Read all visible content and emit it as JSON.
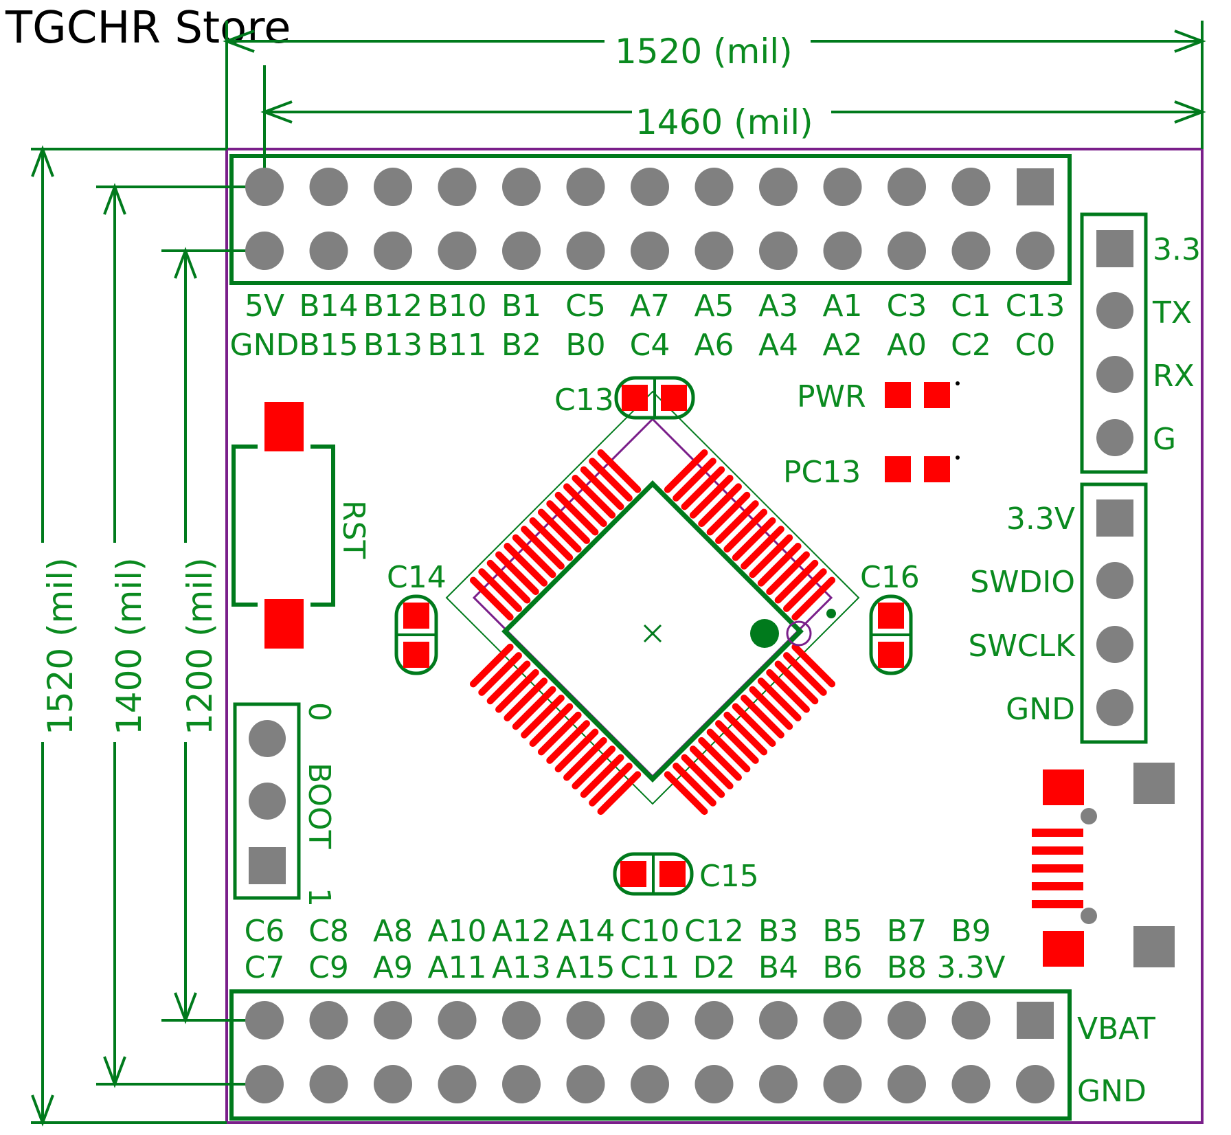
{
  "store_name": "TGCHR Store",
  "dimensions": {
    "top_outer": "1520 (mil)",
    "top_inner": "1460 (mil)",
    "left_outer": "1520 (mil)",
    "left_mid": "1400 (mil)",
    "left_inner": "1200 (mil)"
  },
  "header_top": {
    "row1": [
      "5V",
      "B14",
      "B12",
      "B10",
      "B1",
      "C5",
      "A7",
      "A5",
      "A3",
      "A1",
      "C3",
      "C1",
      "C13"
    ],
    "row2": [
      "GND",
      "B15",
      "B13",
      "B11",
      "B2",
      "B0",
      "C4",
      "A6",
      "A4",
      "A2",
      "A0",
      "C2",
      "C0"
    ]
  },
  "header_bottom": {
    "row1": [
      "C6",
      "C8",
      "A8",
      "A10",
      "A12",
      "A14",
      "C10",
      "C12",
      "B3",
      "B5",
      "B7",
      "B9"
    ],
    "row2": [
      "C7",
      "C9",
      "A9",
      "A11",
      "A13",
      "A15",
      "C11",
      "D2",
      "B4",
      "B6",
      "B8",
      "3.3V"
    ],
    "side": [
      "VBAT",
      "GND"
    ]
  },
  "uart": [
    "3.3",
    "TX",
    "RX",
    "G"
  ],
  "swd": [
    "3.3V",
    "SWDIO",
    "SWCLK",
    "GND"
  ],
  "labels": {
    "rst": "RST",
    "boot": "BOOT",
    "boot0": "0",
    "boot1": "1",
    "pwr": "PWR",
    "pc13": "PC13",
    "c13": "C13",
    "c14": "C14",
    "c15": "C15",
    "c16": "C16"
  },
  "colors": {
    "silk_green": "#0a8a1f",
    "pad_red": "#ff0000",
    "pad_gray": "#808080",
    "outline_purple": "#7a1f8a"
  }
}
